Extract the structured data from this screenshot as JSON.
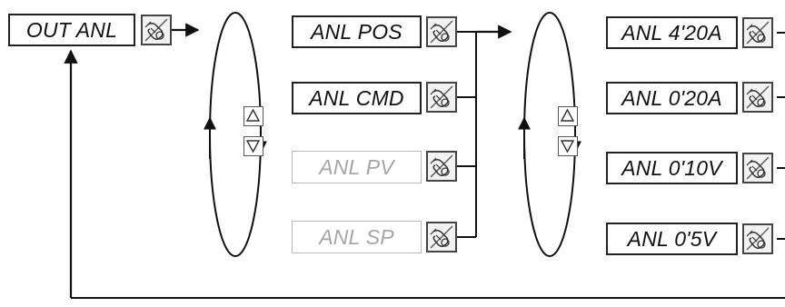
{
  "root": {
    "label": "OUT ANL"
  },
  "menu1": {
    "items": [
      {
        "label": "ANL POS",
        "state": "active"
      },
      {
        "label": "ANL CMD",
        "state": "active"
      },
      {
        "label": "ANL PV",
        "state": "inactive"
      },
      {
        "label": "ANL SP",
        "state": "inactive"
      }
    ]
  },
  "menu2": {
    "items": [
      {
        "label": "ANL 4'20A"
      },
      {
        "label": "ANL 0'20A"
      },
      {
        "label": "ANL 0'10V"
      },
      {
        "label": "ANL 0'5V"
      }
    ]
  },
  "icons": {
    "enter_key": "hand-press-enter-icon",
    "up": "triangle-up-icon",
    "down": "triangle-down-icon"
  },
  "colors": {
    "line": "#111111",
    "active_text": "#111111",
    "inactive_text": "#a6a6a6",
    "inactive_border": "#b8b8b8"
  }
}
